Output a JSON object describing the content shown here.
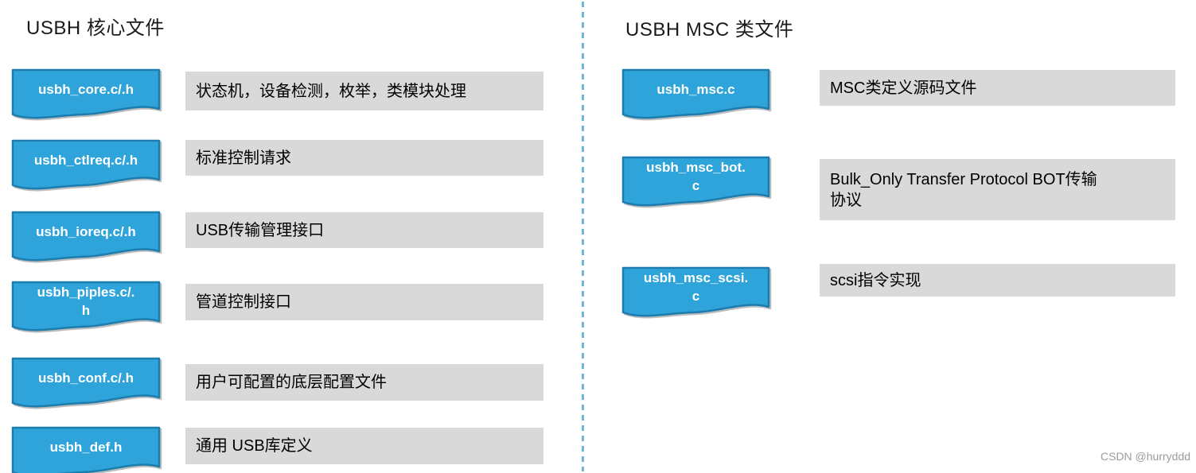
{
  "colors": {
    "shape_fill": "#2fa4da",
    "shape_border": "#1b7cae",
    "desc_bg": "#d9d9d9",
    "divider": "#6fb4dd",
    "title_text": "#1a1a1a",
    "shape_text": "#ffffff",
    "watermark": "#9b9b9b"
  },
  "left_section": {
    "title": "USBH 核心文件",
    "rows": [
      {
        "file": "usbh_core.c/.h",
        "desc": "状态机，设备检测，枚举，类模块处理"
      },
      {
        "file": "usbh_ctlreq.c/.h",
        "desc": "标准控制请求"
      },
      {
        "file": "usbh_ioreq.c/.h",
        "desc": "USB传输管理接口"
      },
      {
        "file": "usbh_piples.c/.\nh",
        "desc": "管道控制接口"
      },
      {
        "file": "usbh_conf.c/.h",
        "desc": "用户可配置的底层配置文件"
      },
      {
        "file": "usbh_def.h",
        "desc": "通用 USB库定义"
      }
    ]
  },
  "right_section": {
    "title": "USBH MSC 类文件",
    "rows": [
      {
        "file": "usbh_msc.c",
        "desc": "MSC类定义源码文件"
      },
      {
        "file": "usbh_msc_bot.\nc",
        "desc": "Bulk_Only Transfer Protocol BOT传输\n协议"
      },
      {
        "file": "usbh_msc_scsi.\nc",
        "desc": "scsi指令实现"
      }
    ]
  },
  "watermark": "CSDN @hurryddd"
}
